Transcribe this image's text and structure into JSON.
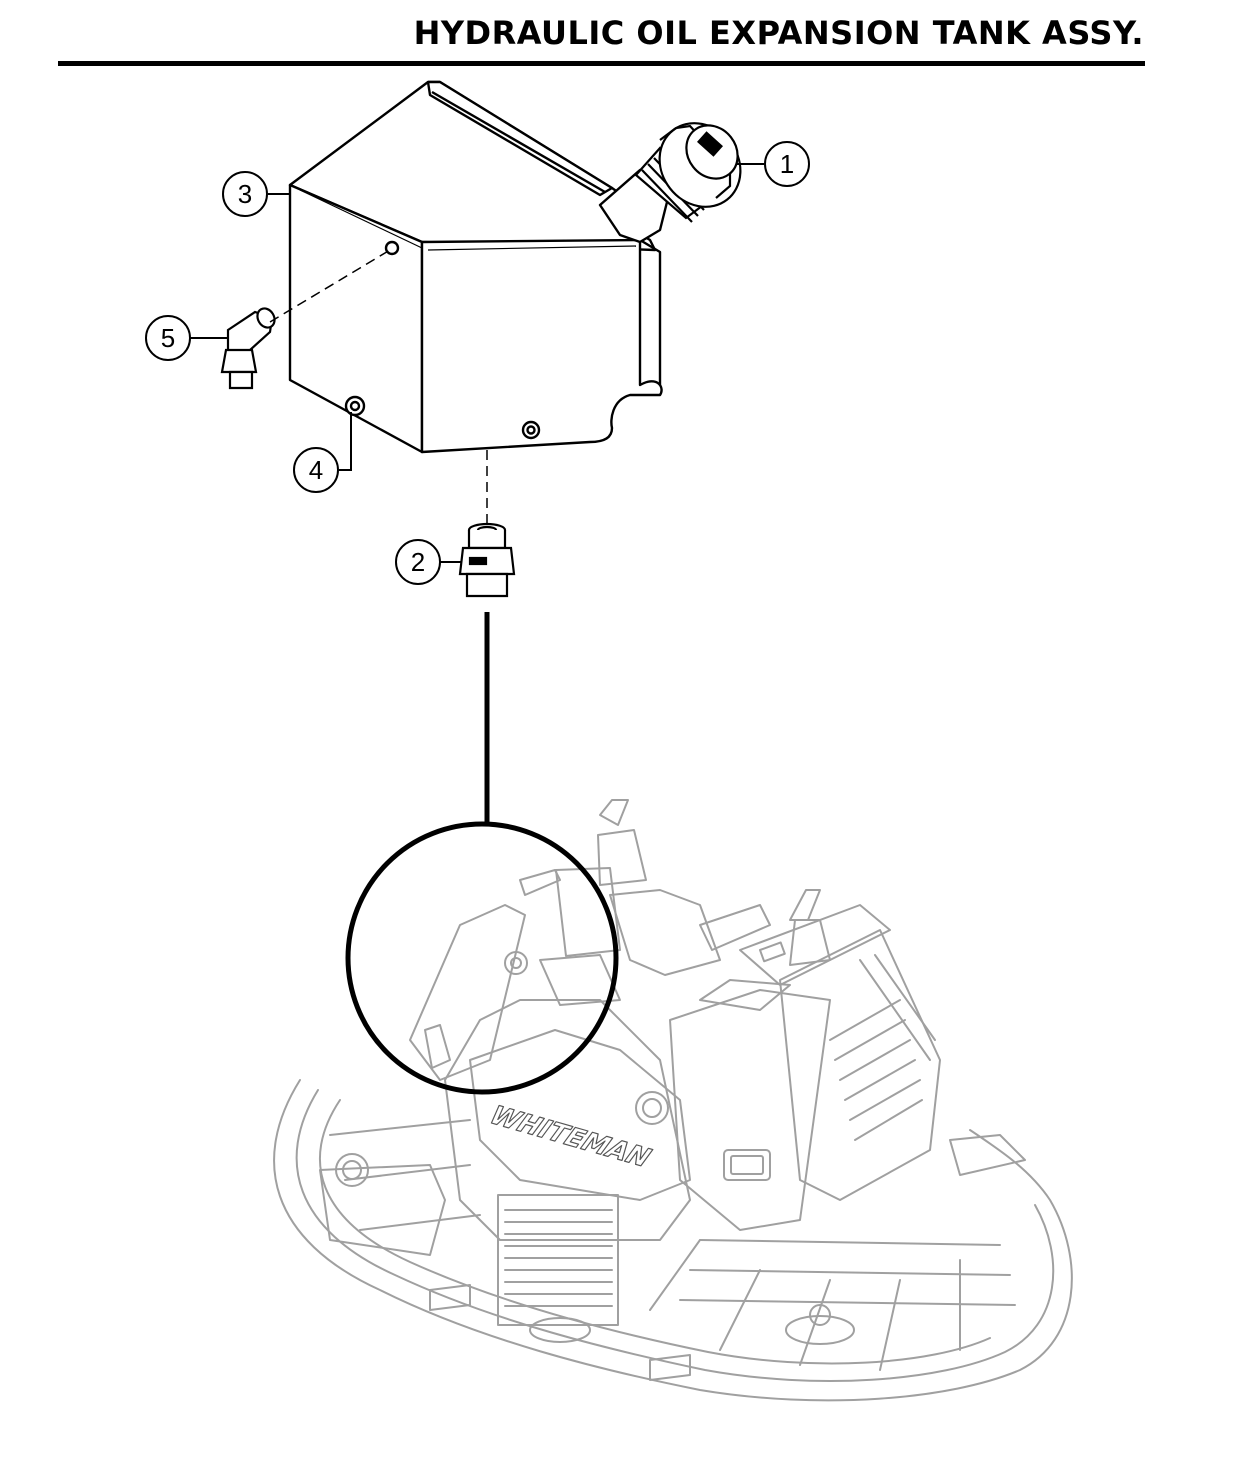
{
  "title": "HYDRAULIC OIL EXPANSION TANK ASSY.",
  "callouts": [
    {
      "number": "1",
      "part": "fill-cap"
    },
    {
      "number": "2",
      "part": "adapter-fitting"
    },
    {
      "number": "3",
      "part": "expansion-tank"
    },
    {
      "number": "4",
      "part": "drain-plug"
    },
    {
      "number": "5",
      "part": "elbow-fitting"
    }
  ],
  "machine": {
    "brand_label": "WHITEMAN"
  },
  "colors": {
    "line": "#000000",
    "machine_line": "#9a9a9a",
    "background": "#ffffff"
  }
}
